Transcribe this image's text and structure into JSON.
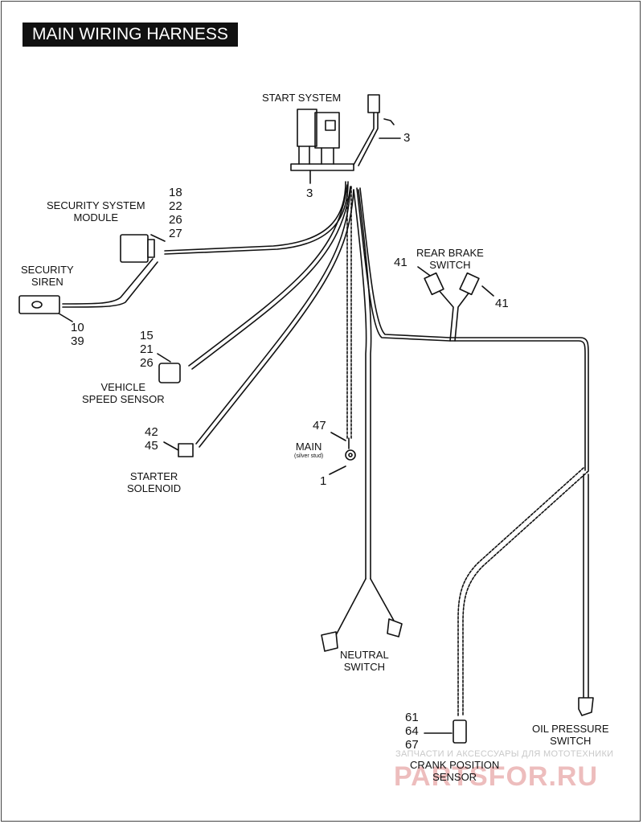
{
  "title": "MAIN WIRING HARNESS",
  "labels": {
    "start_system": "START SYSTEM",
    "security_module_1": "SECURITY SYSTEM",
    "security_module_2": "MODULE",
    "security_siren_1": "SECURITY",
    "security_siren_2": "SIREN",
    "rear_brake_1": "REAR BRAKE",
    "rear_brake_2": "SWITCH",
    "vss_1": "VEHICLE",
    "vss_2": "SPEED SENSOR",
    "main": "MAIN",
    "main_sub": "(silver stud)",
    "starter_1": "STARTER",
    "starter_2": "SOLENOID",
    "neutral_1": "NEUTRAL",
    "neutral_2": "SWITCH",
    "oil_1": "OIL PRESSURE",
    "oil_2": "SWITCH",
    "crank_1": "CRANK POSITION",
    "crank_2": "SENSOR"
  },
  "numbers": {
    "start_right": "3",
    "start_below": "3",
    "module": [
      "18",
      "22",
      "26",
      "27"
    ],
    "siren": [
      "10",
      "39"
    ],
    "brake_left": "41",
    "brake_right": "41",
    "vss": [
      "15",
      "21",
      "26"
    ],
    "main_top": "47",
    "main_bottom": "1",
    "starter": [
      "42",
      "45"
    ],
    "crank": [
      "61",
      "64",
      "67"
    ]
  },
  "watermark": {
    "line1": "ЗАПЧАСТИ И АКСЕССУАРЫ ДЛЯ МОТОТЕХНИКИ",
    "line2": "PARTSFOR.RU"
  }
}
